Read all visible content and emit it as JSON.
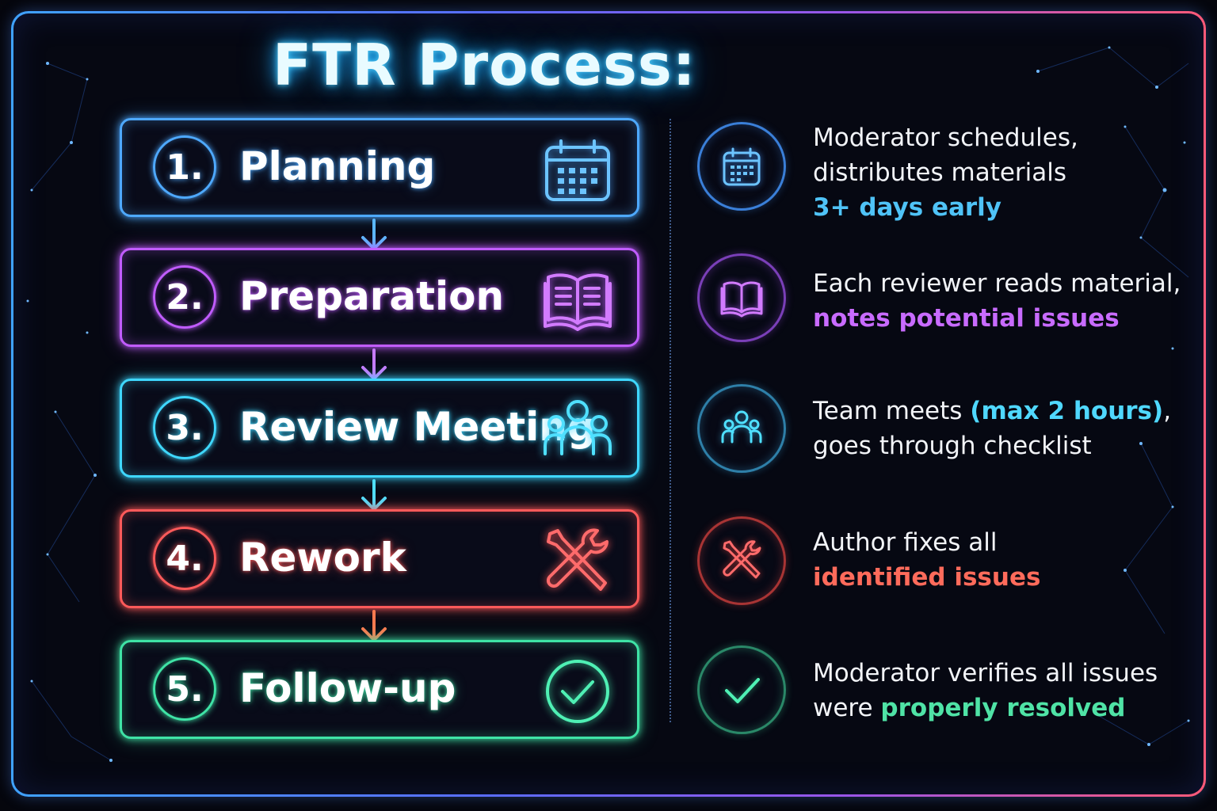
{
  "title": "FTR Process:",
  "colors": {
    "planning": "#4ea9ff",
    "preparation": "#c15cff",
    "review": "#3fd8ff",
    "rework": "#ff5a5a",
    "followup": "#3fe3a6"
  },
  "steps": [
    {
      "number": "1.",
      "label": "Planning",
      "icon": "calendar-icon",
      "description": {
        "text": "Moderator schedules, distributes materials",
        "highlight": "3+ days early",
        "after": ""
      }
    },
    {
      "number": "2.",
      "label": "Preparation",
      "icon": "open-book-icon",
      "description": {
        "text": "Each reviewer reads material,",
        "highlight": "notes potential issues",
        "after": ""
      }
    },
    {
      "number": "3.",
      "label": "Review Meeting",
      "icon": "team-icon",
      "description": {
        "text": "Team meets",
        "highlight": "(max 2 hours)",
        "after": ", goes through checklist"
      }
    },
    {
      "number": "4.",
      "label": "Rework",
      "icon": "tools-icon",
      "description": {
        "text": "Author fixes all",
        "highlight": "identified issues",
        "after": ""
      }
    },
    {
      "number": "5.",
      "label": "Follow-up",
      "icon": "checkmark-icon",
      "description": {
        "text": "Moderator verifies all issues were",
        "highlight": "properly resolved",
        "after": ""
      }
    }
  ]
}
